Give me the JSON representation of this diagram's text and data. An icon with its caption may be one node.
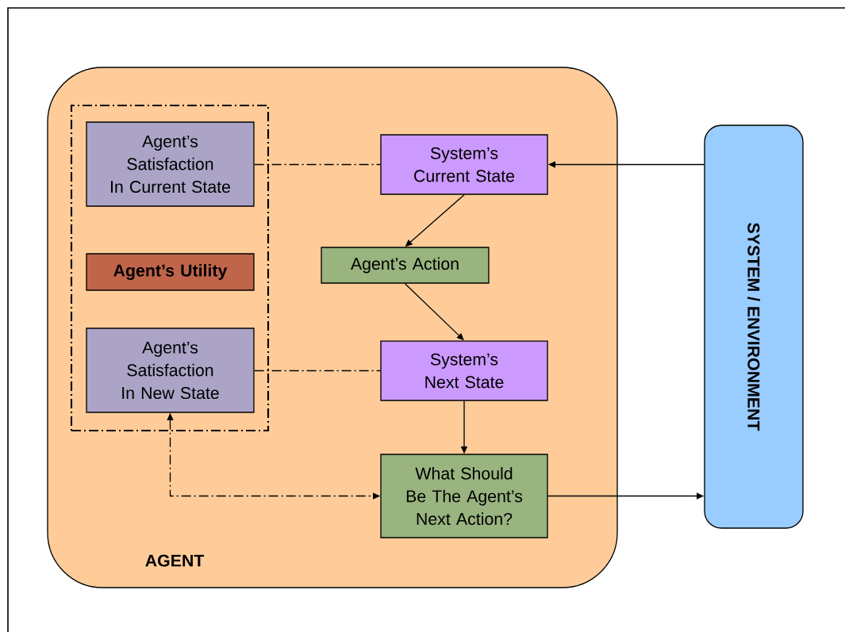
{
  "diagram": {
    "nodes": [
      {
        "text": [
          "AGENT"
        ]
      },
      {
        "text": [],
        "shape": "box",
        "in": 0
      },
      {
        "text": [
          "Agent’s Satisfaction In Current State"
        ],
        "in": 1
      },
      {
        "text": [
          "Agent’s Utility"
        ],
        "in": 1
      },
      {
        "text": [
          "Agent’s Satisfaction In New State"
        ],
        "in": 1
      },
      {
        "text": [
          "System’s Current State"
        ],
        "in": 0
      },
      {
        "text": [
          "Agent’s Action"
        ],
        "in": 0
      },
      {
        "text": [
          "System’s Next State"
        ],
        "in": 0
      },
      {
        "text": [
          "What Should Be The Agent’s Next Action?"
        ],
        "in": 0
      },
      {
        "text": [
          "SYSTEM / ENVIRONMENT"
        ]
      }
    ],
    "edges": [
      {
        "from": 9,
        "to": 5,
        "arrow": "to"
      },
      {
        "from": 5,
        "to": 6,
        "arrow": "to"
      },
      {
        "from": 6,
        "to": 7,
        "arrow": "to"
      },
      {
        "from": 7,
        "to": 8,
        "arrow": "to"
      },
      {
        "from": 8,
        "to": 9,
        "arrow": "to"
      },
      {
        "from": 2,
        "to": 5,
        "arrow": "none",
        "style": "dashed"
      },
      {
        "from": 4,
        "to": 7,
        "arrow": "none",
        "style": "dashed"
      },
      {
        "from": 4,
        "to": 8,
        "arrow": "both",
        "style": "dashed"
      }
    ]
  }
}
